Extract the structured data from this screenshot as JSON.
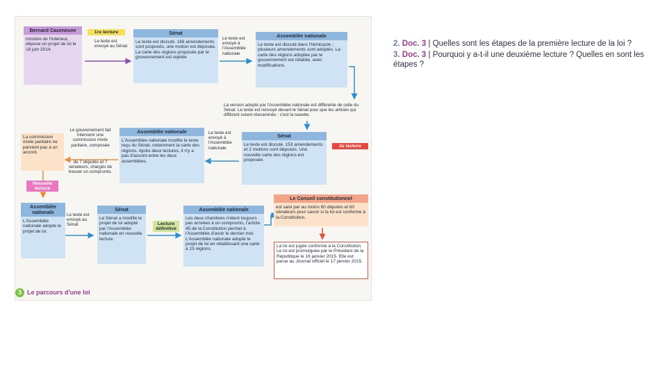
{
  "diagram": {
    "caption_number": "3",
    "caption": "Le parcours d'une loi",
    "row1": {
      "cazeneuve_title": "Bernard Cazeneuve",
      "cazeneuve_text": "ministre de l'Intérieur, dépose un projet de loi le 18 juin 2014.",
      "tag_first": "1re lecture",
      "note_sent_senat": "Le texte est envoyé au Sénat",
      "senat_title": "Sénat",
      "senat_text": "Le texte est discuté. 168 amendements sont proposés, une motion est déposée. La carte des régions proposée par le gouvernement est rejetée",
      "note_sent_an": "Le texte est envoyé à l'Assemblée nationale",
      "an_title": "Assemblée nationale",
      "an_text": "Le texte est discuté dans l'hémicycle ; plusieurs amendements sont adoptés. La carte des régions adoptée par le gouvernement est rétablie, avec modifications."
    },
    "note_version": "La version adopté par l'Assemblée nationale est différente de celle du Sénat. Le texte est renvoyé devant le Sénat pour que les articles qui diffèrent soient réexaminés : c'est la navette.",
    "row2": {
      "commission_text": "La commission mixte paritaire ne parvient pas à un accord.",
      "note_gov_top": "Le gouvernement fait intervenir une commission mixte paritaire, composée",
      "note_gov_bottom": "de 7 députés et 7 sénateurs, chargés de trouver un compromis.",
      "an_title": "Assemblée nationale",
      "an_text": "L'Assemblée nationale modifie le texte reçu du Sénat, notamment la carte des régions. Après deux lectures, il n'y a pas d'accord entre les deux assemblées.",
      "note_sent_an": "Le texte est envoyé à l'Assemblée nationale",
      "senat_title": "Sénat",
      "senat_text": "Le texte est discuté. 153 amendements et 2 motions sont déposés. Une nouvelle carte des régions est proposée.",
      "tag_second": "2e lecture"
    },
    "tag_nouvelle": "Nouvelle lecture",
    "row3": {
      "an_title": "Assemblée nationale",
      "an_text": "L'Assemblée nationale adopte le projet de loi.",
      "note_sent_senat": "Le texte est envoyé au Sénat",
      "senat_title": "Sénat",
      "senat_text": "Le Sénat a modifié le projet de loi adopté par l'Assemblée nationale en nouvelle lecture.",
      "tag_final": "Lecture définitive",
      "an2_title": "Assemblée nationale",
      "an2_text": "Les deux chambres n'étent toujours pas arrivées à un compromis, l'article 45 de la Constitution permet à l'Assemblée d'avoir le dernier mot. L'Assemblée nationale adopte le projet de loi en rétablissant une carte à 13 régions.",
      "conseil_title": "Le Conseil constitutionnel",
      "conseil_text": "est saisi par au moins 60 députés et 60 sénateurs pour savoir si la loi est conforme à la Constitution.",
      "final_text_a": "La loi est jugée conforme à la Constitution. Le loi est promulguée par le Président de la République le 16 janvier 2015. Elle est parue au",
      "final_text_italic": "Journal officiel",
      "final_text_b": "le 17 janvier 2015."
    }
  },
  "questions": [
    {
      "number": "2.",
      "doc": "Doc. 3",
      "sep": " | ",
      "text": "Quelles sont les étapes de la première lecture de la loi ?"
    },
    {
      "number": "3.",
      "doc": "Doc. 3",
      "sep": " | ",
      "text": "Pourquoi y a-t-il une deuxième lecture ? Quelles en sont les étapes ?"
    }
  ],
  "colors": {
    "arrow_purple": "#8e4fb1",
    "arrow_blue": "#2d8fd0",
    "arrow_orange": "#f08a3a",
    "arrow_red": "#e0553f"
  }
}
